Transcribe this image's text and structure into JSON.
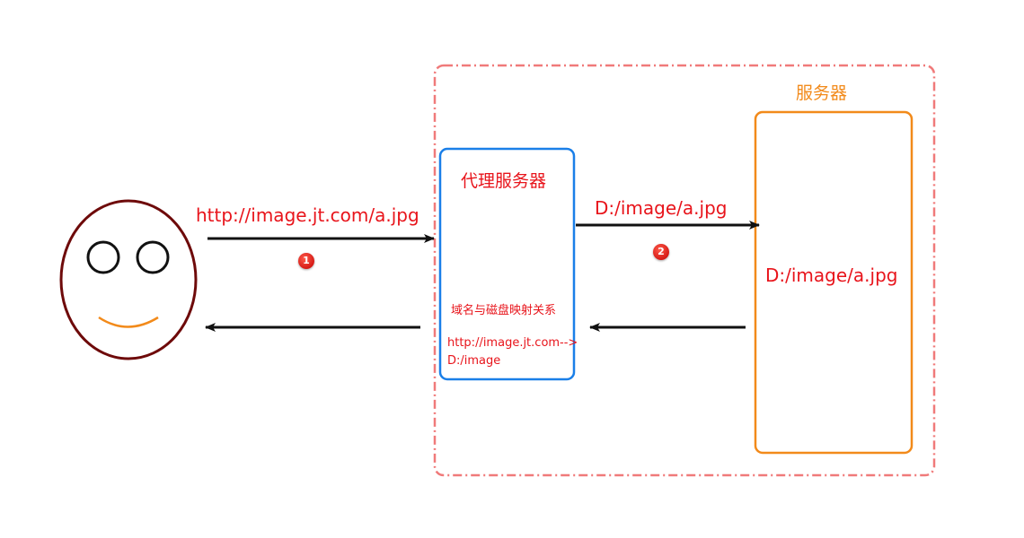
{
  "client": {
    "request_url": "http://image.jt.com/a.jpg",
    "step1_badge": "1"
  },
  "proxy": {
    "title": "代理服务器",
    "mapping_title": "域名与磁盘映射关系",
    "mapping_line1": "http://image.jt.com-->",
    "mapping_line2": "D:/image",
    "forward_path": "D:/image/a.jpg",
    "step2_badge": "2"
  },
  "server": {
    "title": "服务器",
    "path": "D:/image/a.jpg"
  },
  "colors": {
    "label_red": "#e8141b",
    "server_orange": "#f28a1a",
    "proxy_blue": "#1a7fe8",
    "face_outline": "#6e0a0a",
    "dashed_border": "#f07a7a",
    "smile": "#f28a1a"
  }
}
